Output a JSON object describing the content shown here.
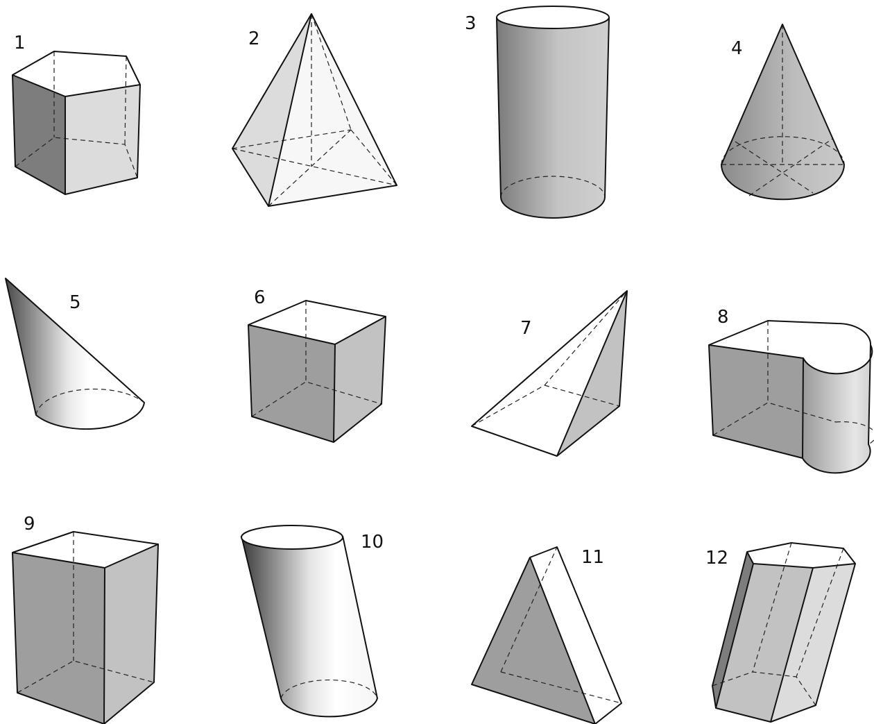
{
  "figure_labels": [
    "1",
    "2",
    "3",
    "4",
    "5",
    "6",
    "7",
    "8",
    "9",
    "10",
    "11",
    "12"
  ],
  "colors": {
    "stroke": "#111111",
    "dark_face": "#7d7d7d",
    "mid_face": "#9e9e9e",
    "light_face": "#c2c2c2",
    "pale_face": "#dcdcdc",
    "background": "#ffffff"
  }
}
